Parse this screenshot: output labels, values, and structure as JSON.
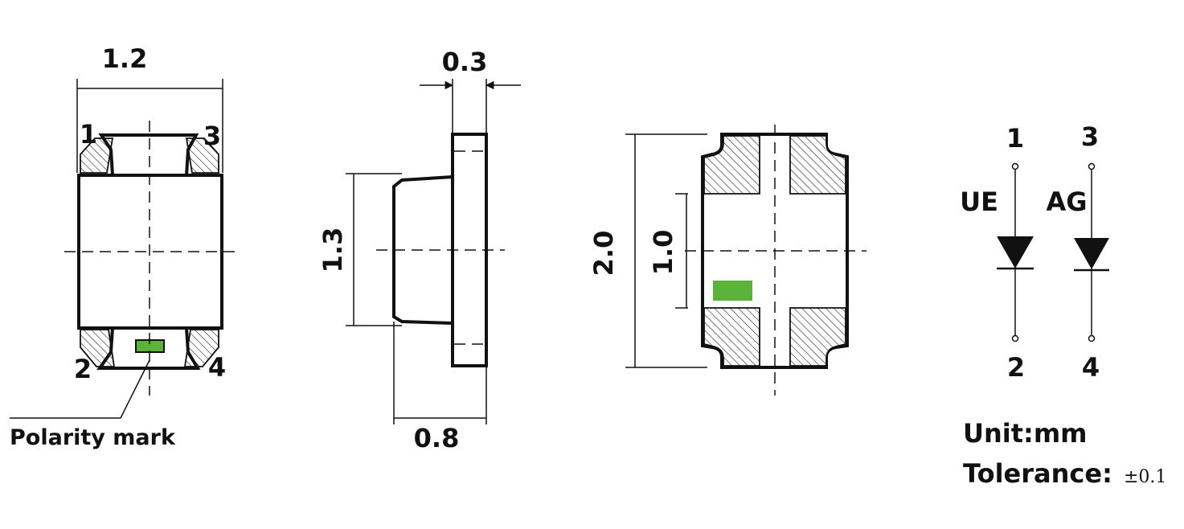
{
  "colors": {
    "line": "#111111",
    "polarity_mark": "#5cb33a",
    "background": "#ffffff"
  },
  "top_view": {
    "width_label": "1.2",
    "pin_labels": [
      "1",
      "3",
      "2",
      "4"
    ],
    "polarity_label": "Polarity mark"
  },
  "side_view": {
    "thickness_label": "0.3",
    "height_label": "1.3",
    "depth_label": "0.8"
  },
  "bottom_view": {
    "length_label": "2.0",
    "pad_pitch_label": "1.0"
  },
  "schematic": {
    "left_diode": {
      "color_label": "UE",
      "top_pin": "1",
      "bottom_pin": "2"
    },
    "right_diode": {
      "color_label": "AG",
      "top_pin": "3",
      "bottom_pin": "4"
    }
  },
  "notes": {
    "unit": "Unit:mm",
    "tolerance_label": "Tolerance:",
    "tolerance_value": "±0.1"
  }
}
